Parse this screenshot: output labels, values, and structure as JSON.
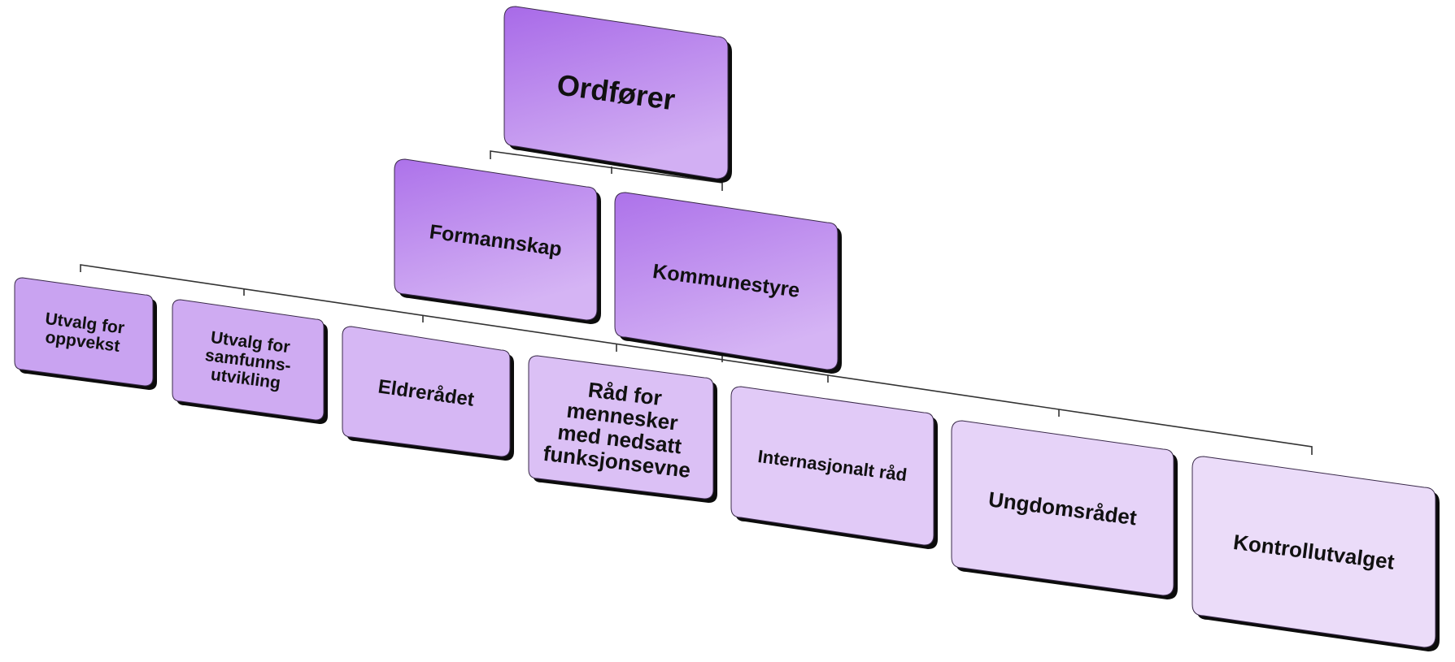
{
  "colors": {
    "top_fill_dark": "#a86ae8",
    "top_fill_light": "#d2aff3",
    "level1_fill_dark": "#ad72ea",
    "level1_fill_light": "#d5b4f4",
    "shadow": "#0c0c0c",
    "connector": "#333333",
    "level2_fills": [
      "#c9a3f1",
      "#cfabf2",
      "#d6b7f4",
      "#dbc0f5",
      "#e1caf7",
      "#e6d3f8",
      "#ebdcf9"
    ]
  },
  "nodes": {
    "top": {
      "lines": [
        "Ordfører"
      ]
    },
    "level1": [
      {
        "lines": [
          "Formannskap"
        ]
      },
      {
        "lines": [
          "Kommunestyre"
        ]
      }
    ],
    "level2": [
      {
        "lines": [
          "Utvalg for",
          "oppvekst"
        ]
      },
      {
        "lines": [
          "Utvalg for",
          "samfunns-",
          "utvikling"
        ]
      },
      {
        "lines": [
          "Eldrerådet"
        ]
      },
      {
        "lines": [
          "Råd for",
          "mennesker",
          "med nedsatt",
          "funksjonsevne"
        ]
      },
      {
        "lines": [
          "Internasjonalt råd"
        ]
      },
      {
        "lines": [
          "Ungdomsrådet"
        ]
      },
      {
        "lines": [
          "Kontrollutvalget"
        ]
      }
    ]
  }
}
